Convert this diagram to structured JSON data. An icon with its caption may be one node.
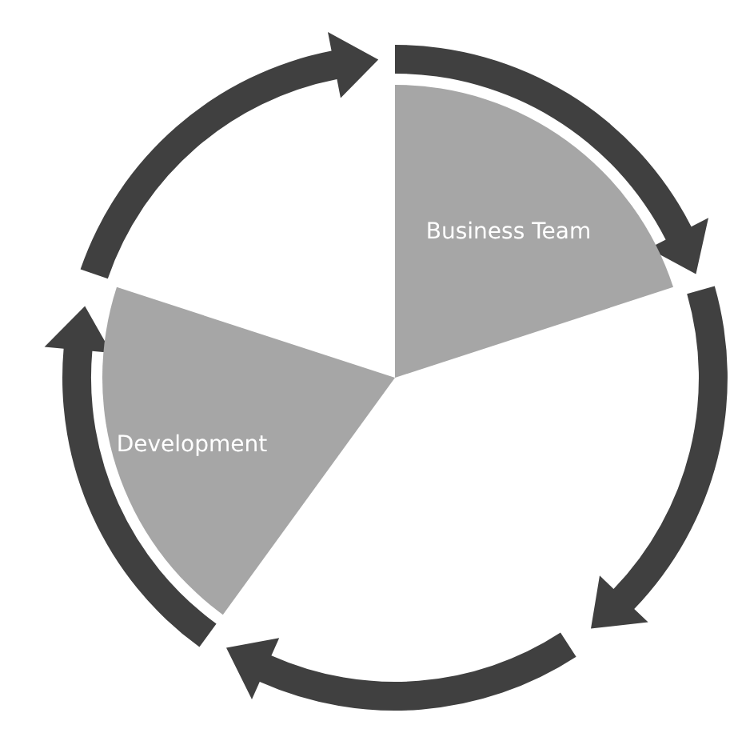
{
  "diagram": {
    "nodes": [
      {
        "text": [
          "Business Team"
        ]
      },
      {
        "text": [
          "Development"
        ]
      }
    ],
    "edges": [
      {
        "from": 1,
        "to": 0,
        "arrow": "to"
      }
    ]
  }
}
